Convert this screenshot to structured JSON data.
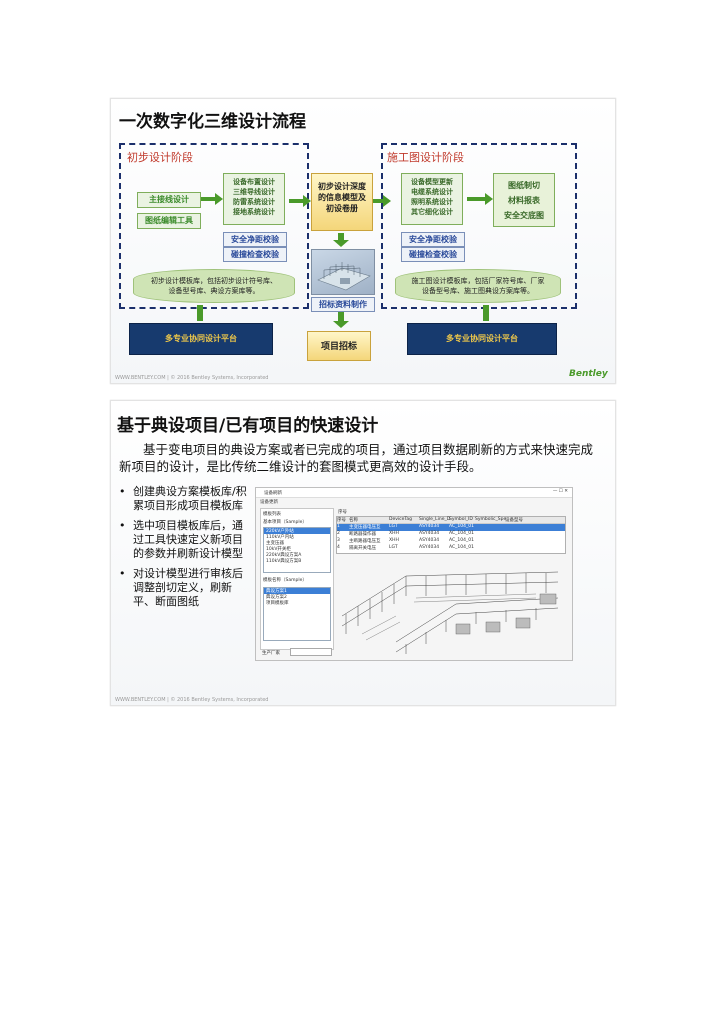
{
  "slide1": {
    "title": "一次数字化三维设计流程",
    "left_stage": {
      "label": "初步设计阶段",
      "main_wiring": "主接线设计",
      "drawing_tool": "图纸编辑工具",
      "design_items": [
        "设备布置设计",
        "三维导线设计",
        "防雷系统设计",
        "接地系统设计"
      ],
      "checks": [
        "安全净距校验",
        "碰撞检查校验"
      ],
      "template_text": "初步设计模板库，包括初步设计符号库、设备型号库、典设方案库等。",
      "platform": "多专业协同设计平台"
    },
    "center": {
      "deepening": "初步设计深度的信息模型及初设卷册",
      "bidding_production": "招标资料制作",
      "bidding": "项目招标"
    },
    "right_stage": {
      "label": "施工图设计阶段",
      "design_items": [
        "设备模型更新",
        "电缆系统设计",
        "照明系统设计",
        "其它细化设计"
      ],
      "outputs": [
        "图纸制切",
        "材料报表",
        "安全交底图"
      ],
      "checks": [
        "安全净距校验",
        "碰撞检查校验"
      ],
      "template_text": "施工图设计模板库，包括厂家符号库、厂家设备型号库、施工图典设方案库等。",
      "platform": "多专业协同设计平台"
    },
    "footer": "WWW.BENTLEY.COM  |  © 2016 Bentley Systems, Incorporated",
    "logo": "Bentley"
  },
  "slide2": {
    "title": "基于典设项目/已有项目的快速设计",
    "paragraph": "基于变电项目的典设方案或者已完成的项目，通过项目数据刷新的方式来快速完成新项目的设计，是比传统二维设计的套图模式更高效的设计手段。",
    "bullets": [
      "创建典设方案模板库/积累项目形成项目模板库",
      "选中项目模板库后，通过工具快速定义新项目的参数并刷新设计模型",
      "对设计模型进行审核后调整剖切定义，刷新平、断面图纸"
    ],
    "dialog": {
      "title": "设备刷新",
      "tab": "设备更新",
      "left_header": "模板列表",
      "left_sub": "基本项目（Sample）",
      "template_items": [
        "220kV户外站",
        "110kV户内站",
        "主变压器",
        "10kV开关柜",
        "220kV典设方案A",
        "110kV典设方案B"
      ],
      "right_header": "序号",
      "columns": [
        "序号",
        "名称",
        "DeviceTag",
        "Single_Line_D",
        "Symbol_ID",
        "Symbolic_Spe",
        "设备型号"
      ],
      "rows": [
        [
          "1",
          "主变压器电压互",
          "LGT",
          "ASY4034",
          "AC_104_01",
          ""
        ],
        [
          "2",
          "断路器操作器",
          "XHH",
          "ASY4034",
          "AC_104_01",
          ""
        ],
        [
          "3",
          "主断路器电压互",
          "XHH",
          "ASY4034",
          "AC_104_01",
          ""
        ],
        [
          "4",
          "隔离开关电压",
          "LGT",
          "ASY4034",
          "AC_104_01",
          ""
        ]
      ],
      "lower_header": "模板名称（Sample）",
      "lower_items": [
        "典设方案1",
        "典设方案2",
        "项目模板库"
      ],
      "bottom_label": "生产厂家"
    },
    "footer": "WWW.BENTLEY.COM  |  © 2016 Bentley Systems, Incorporated"
  }
}
